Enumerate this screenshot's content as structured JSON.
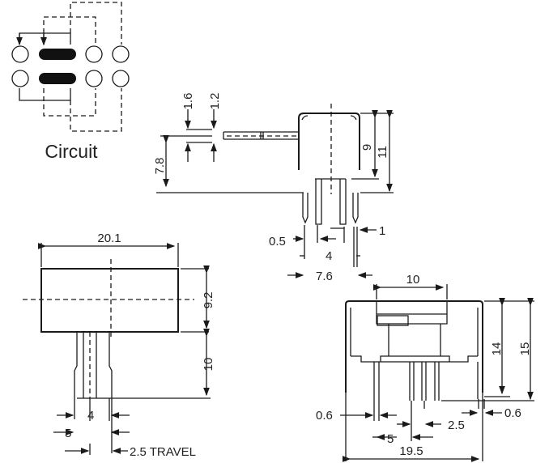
{
  "circuit": {
    "label": "Circuit"
  },
  "side_view": {
    "dim_1_6": "1.6",
    "dim_1_2": "1.2",
    "dim_7_8": "7.8",
    "dim_9": "9",
    "dim_11": "11",
    "dim_1": "1",
    "dim_0_5": "0.5",
    "dim_4": "4",
    "dim_7_6": "7.6"
  },
  "front_view": {
    "dim_20_1": "20.1",
    "dim_9_2": "9.2",
    "dim_10": "10",
    "dim_4": "4",
    "dim_5": "5",
    "dim_travel": "2.5 TRAVEL"
  },
  "bottom_view": {
    "dim_10": "10",
    "dim_14": "14",
    "dim_15": "15",
    "dim_0_6_left": "0.6",
    "dim_0_6_right": "0.6",
    "dim_2_5": "2.5",
    "dim_5": "5",
    "dim_19_5": "19.5"
  }
}
